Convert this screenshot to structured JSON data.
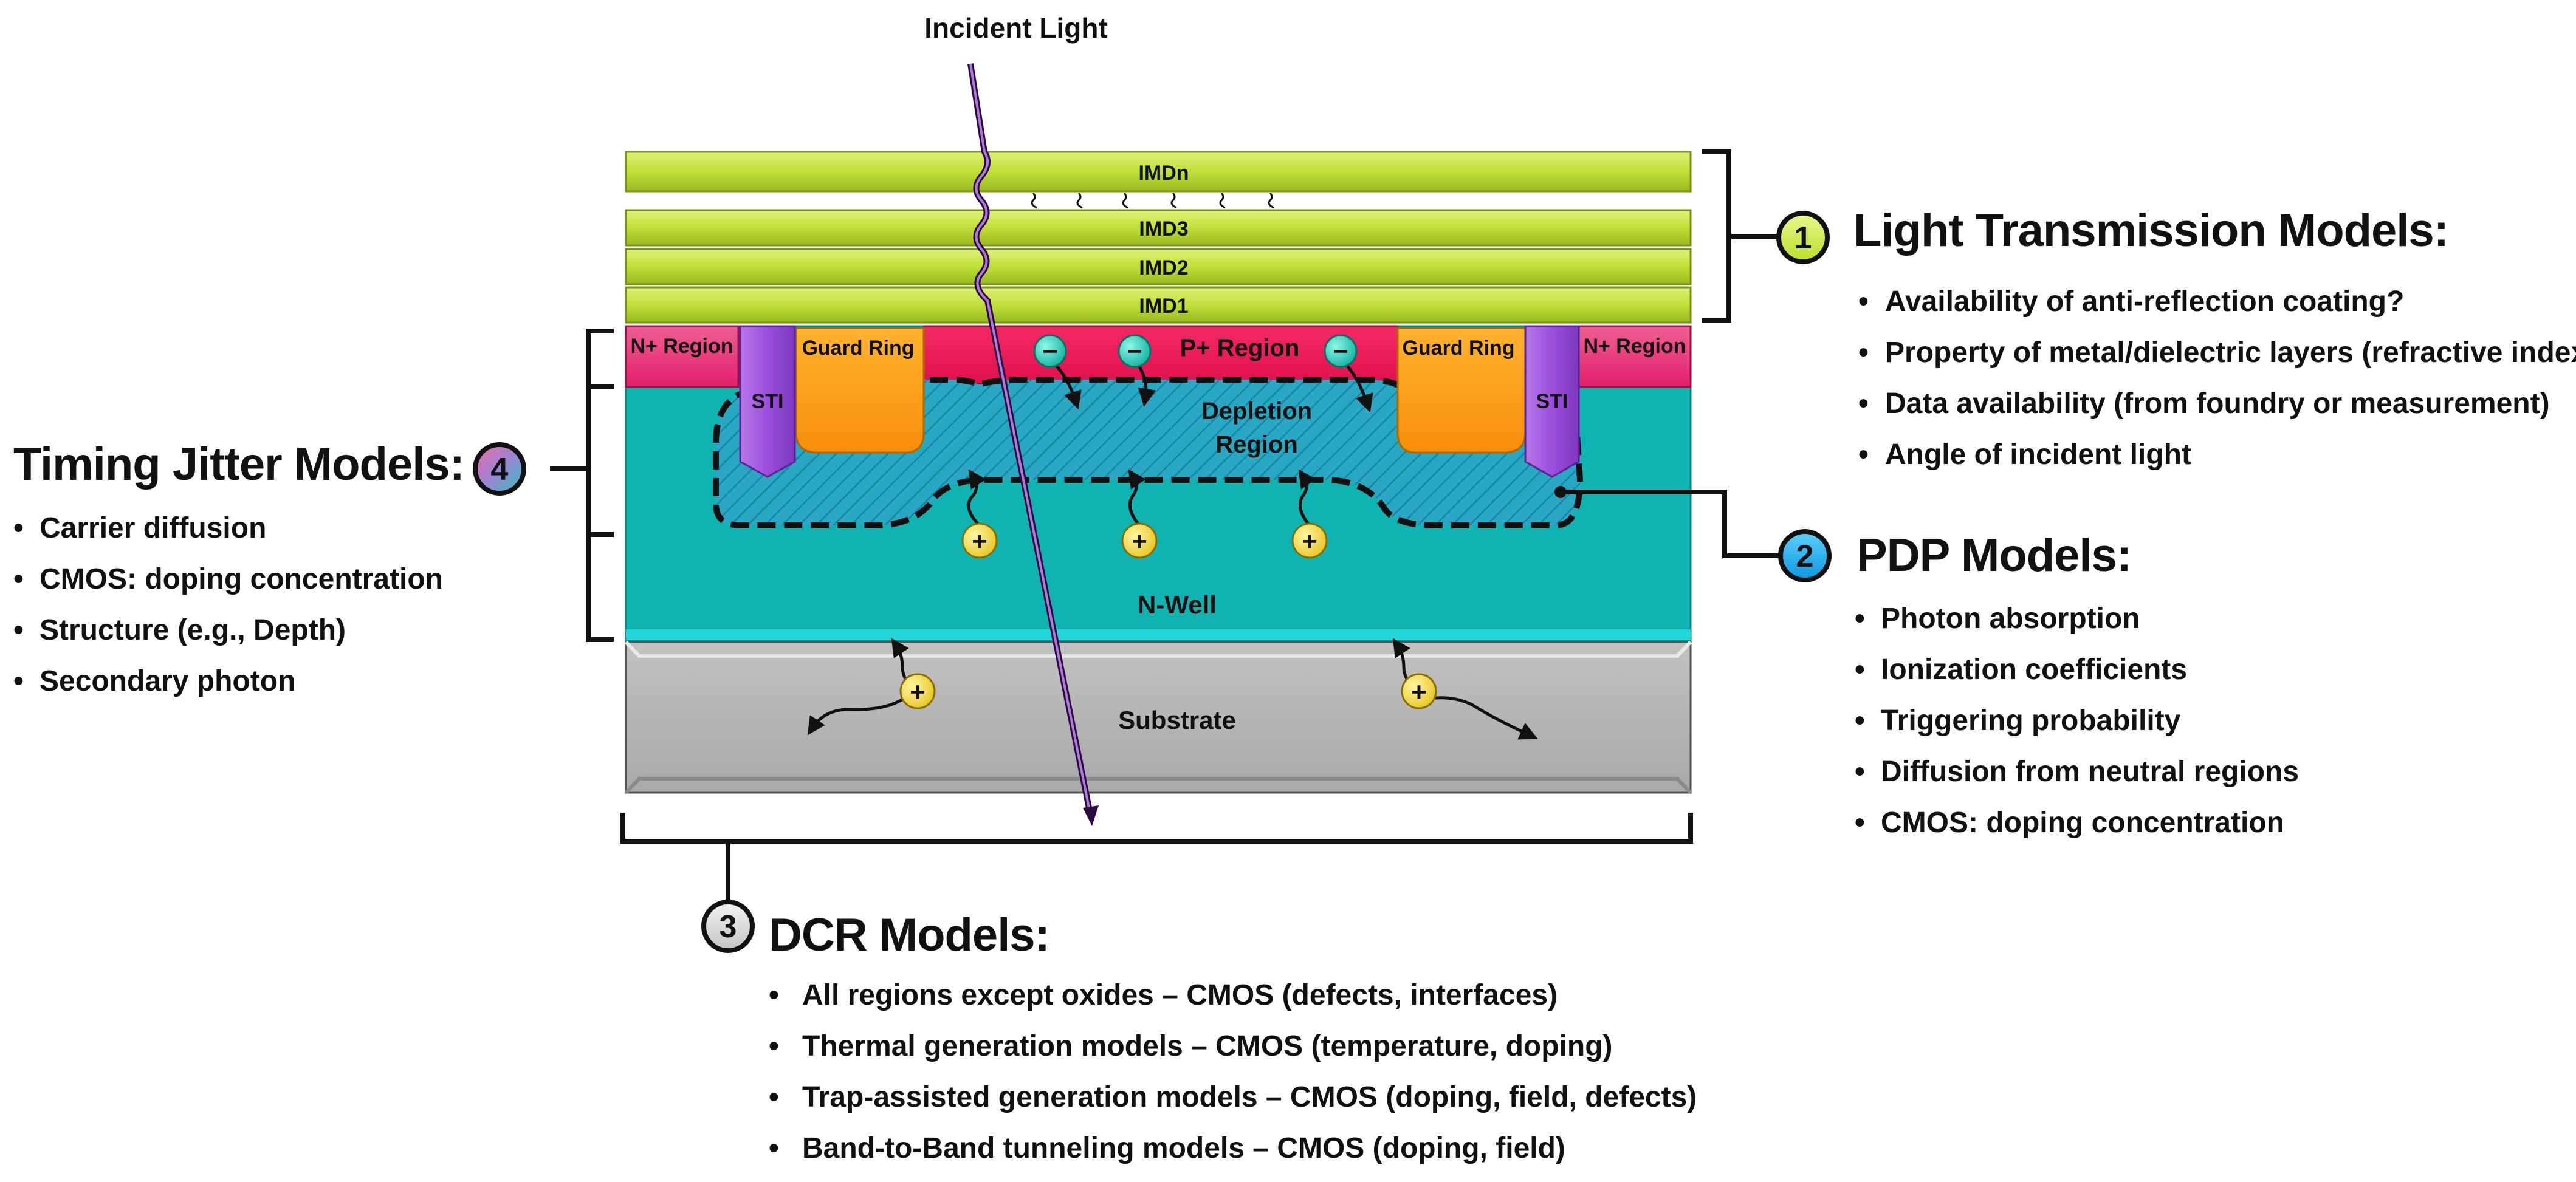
{
  "incident_light": "Incident Light",
  "layers": {
    "imdn": "IMDn",
    "imd3": "IMD3",
    "imd2": "IMD2",
    "imd1": "IMD1",
    "n_region_left": "N+ Region",
    "n_region_right": "N+ Region",
    "sti_left": "STI",
    "sti_right": "STI",
    "guard_ring_left": "Guard Ring",
    "guard_ring_right": "Guard Ring",
    "p_region": "P+ Region",
    "depletion_line1": "Depletion",
    "depletion_line2": "Region",
    "n_well": "N-Well",
    "substrate": "Substrate"
  },
  "carriers": {
    "electron": "−",
    "hole": "+"
  },
  "groups": {
    "light_transmission": {
      "number": "1",
      "title": "Light Transmission Models:",
      "color": "#c6e84a",
      "items": [
        "Availability of anti-reflection coating?",
        "Property of metal/dielectric layers (refractive index)",
        "Data availability (from foundry or measurement)",
        "Angle of incident light"
      ]
    },
    "pdp": {
      "number": "2",
      "title": "PDP Models:",
      "color": "#1fb0ee",
      "items": [
        "Photon absorption",
        "Ionization coefficients",
        "Triggering probability",
        "Diffusion from neutral regions",
        "CMOS: doping concentration"
      ]
    },
    "dcr": {
      "number": "3",
      "title": "DCR Models:",
      "color": "#d6d6d6",
      "items": [
        "All regions except oxides – CMOS (defects, interfaces)",
        "Thermal generation models – CMOS (temperature, doping)",
        "Trap-assisted generation models – CMOS (doping, field, defects)",
        "Band-to-Band tunneling models – CMOS (doping, field)"
      ]
    },
    "timing_jitter": {
      "number": "4",
      "title": "Timing Jitter Models:",
      "color": "#9d7fc8",
      "items": [
        "Carrier diffusion",
        "CMOS: doping concentration",
        "Structure (e.g., Depth)",
        "Secondary photon"
      ]
    }
  }
}
